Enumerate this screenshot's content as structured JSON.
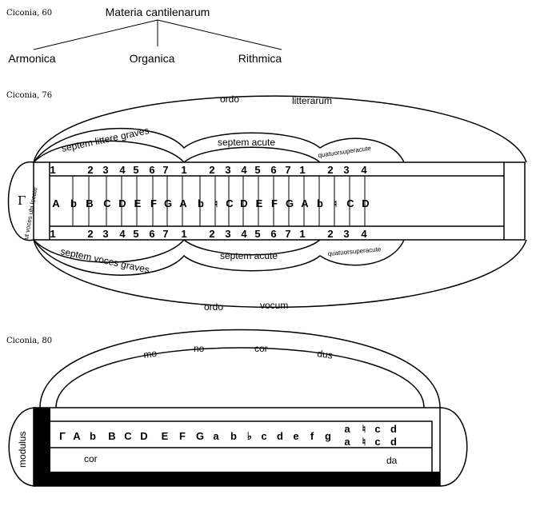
{
  "fig1": {
    "caption": "Ciconia, 60",
    "root": "Materia cantilenarum",
    "children": [
      "Armonica",
      "Organica",
      "Rithmica"
    ]
  },
  "fig2": {
    "caption": "Ciconia, 76",
    "outer_top": [
      "ordo",
      "litterarum"
    ],
    "outer_bottom": [
      "ordo",
      "vocum"
    ],
    "top_groups": [
      "septem littere graves",
      "septem acute",
      "quatuorsuperacute"
    ],
    "bottom_groups": [
      "septem voces graves",
      "septem acute",
      "quatuorsuperacute"
    ],
    "left_label": "ut voces ubi locate",
    "gamma": "Γ",
    "numbers": [
      "1",
      "2",
      "3",
      "4",
      "5",
      "6",
      "7",
      "1",
      "2",
      "3",
      "4",
      "5",
      "6",
      "7",
      "1",
      "2",
      "3",
      "4"
    ],
    "letters": [
      "A",
      "b",
      "B",
      "C",
      "D",
      "E",
      "F",
      "G",
      "A",
      "b",
      "♮",
      "C",
      "D",
      "E",
      "F",
      "G",
      "A",
      "b",
      "♮",
      "C",
      "D"
    ]
  },
  "fig3": {
    "caption": "Ciconia, 80",
    "arch": [
      "mo",
      "no",
      "cor",
      "dus"
    ],
    "left_label": "modulus",
    "letters": [
      "Γ",
      "A",
      "b",
      "B",
      "C",
      "D",
      "E",
      "F",
      "G",
      "a",
      "b",
      "♭",
      "c",
      "d",
      "e",
      "f",
      "g"
    ],
    "stacked": [
      [
        "a",
        "a"
      ],
      [
        "♮",
        "♮"
      ],
      [
        "c",
        "c"
      ],
      [
        "d",
        "d"
      ]
    ],
    "bottom_left": "cor",
    "bottom_right": "da"
  }
}
